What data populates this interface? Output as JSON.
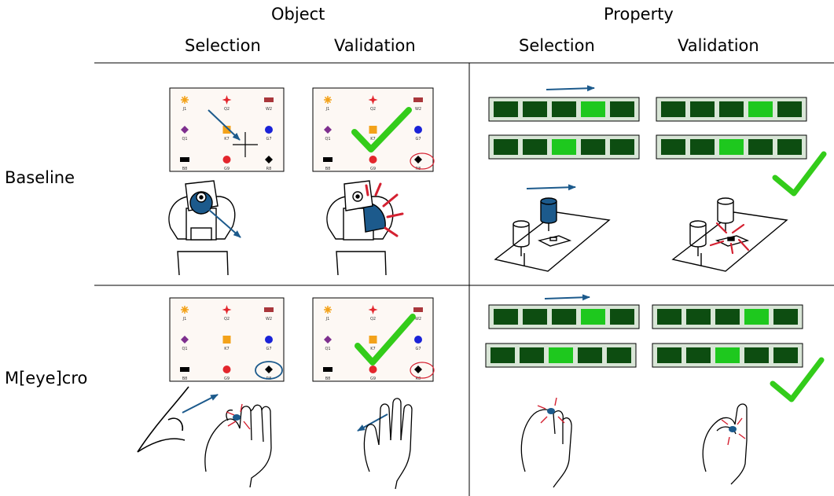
{
  "header": {
    "object_label": "Object",
    "property_label": "Property",
    "selection_label": "Selection",
    "validation_label": "Validation"
  },
  "rows": {
    "baseline_label": "Baseline",
    "meyecro_label": "M[eye]cro"
  },
  "screen_panel": {
    "items": [
      {
        "code": "J1",
        "shape": "sun",
        "color": "#f3a21a"
      },
      {
        "code": "Q2",
        "shape": "star",
        "color": "#e3262d"
      },
      {
        "code": "W2",
        "shape": "rect",
        "color": "#a9373b"
      },
      {
        "code": "Q1",
        "shape": "diamond",
        "color": "#7e2f8e"
      },
      {
        "code": "K7",
        "shape": "square",
        "color": "#f3a21a"
      },
      {
        "code": "G7",
        "shape": "circle",
        "color": "#1a22d8"
      },
      {
        "code": "B8",
        "shape": "rect",
        "color": "#000000"
      },
      {
        "code": "G9",
        "shape": "circle",
        "color": "#e3262d"
      },
      {
        "code": "R8",
        "shape": "diamond",
        "color": "#000000"
      }
    ]
  },
  "colors": {
    "accent_blue": "#1c5a8c",
    "check_green": "#33cc1a",
    "highlight_red": "#d42030",
    "cell_dark": "#0d4d11",
    "cell_bright": "#1ec81e",
    "strip_bg": "#d9e6d7"
  },
  "property_strips": {
    "cells_per_strip": 5,
    "baseline_selection_top_highlight": 3,
    "baseline_selection_bottom_highlight": 2,
    "baseline_validation_top_highlight": 3,
    "baseline_validation_bottom_highlight": 2,
    "meyecro_selection_top_highlight": 3,
    "meyecro_selection_bottom_highlight": 2,
    "meyecro_validation_top_highlight": 3,
    "meyecro_validation_bottom_highlight": 2
  }
}
